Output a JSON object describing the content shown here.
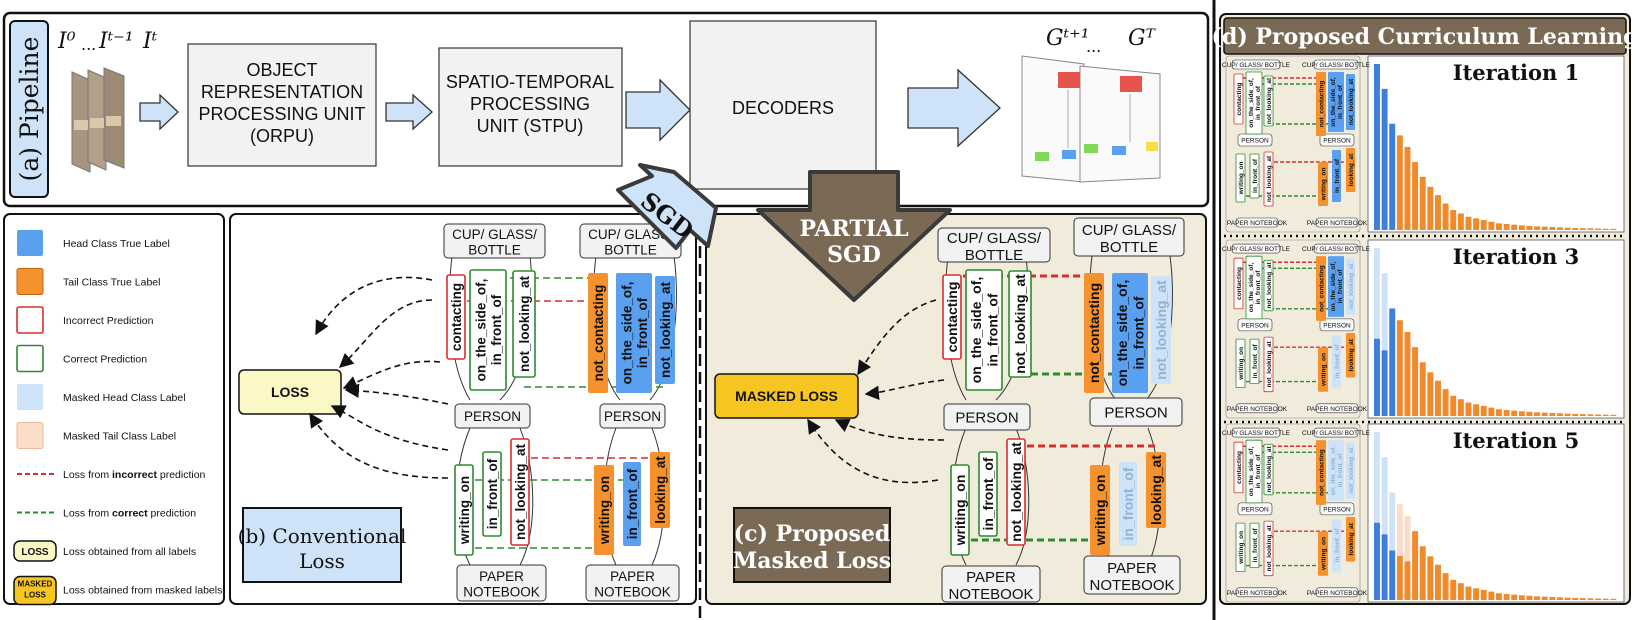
{
  "pipeline": {
    "title": "(a) Pipeline",
    "input_labels": [
      "I⁰",
      "...",
      "Iᵗ⁻¹",
      "Iᵗ"
    ],
    "output_labels": [
      "Gᵗ⁺¹",
      "...",
      "Gᵀ"
    ],
    "stages": [
      {
        "lines": [
          "OBJECT",
          "REPRESENTATION",
          "PROCESSING UNIT",
          "(ORPU)"
        ]
      },
      {
        "lines": [
          "SPATIO-TEMPORAL",
          "PROCESSING",
          "UNIT (STPU)"
        ]
      },
      {
        "lines": [
          "DECODERS"
        ]
      }
    ]
  },
  "legend": [
    {
      "label": "Head Class True Label",
      "swatch": "head"
    },
    {
      "label": "Tail Class True Label",
      "swatch": "tail"
    },
    {
      "label": "Incorrect Prediction",
      "swatch": "incorrect"
    },
    {
      "label": "Correct Prediction",
      "swatch": "correct"
    },
    {
      "label": "Masked Head Class Label",
      "swatch": "masked-head"
    },
    {
      "label": "Masked Tail Class Label",
      "swatch": "masked-tail"
    },
    {
      "label_pre": "Loss from ",
      "label_bold": "incorrect",
      "label_post": " prediction",
      "swatch": "red-dash"
    },
    {
      "label_pre": "Loss from ",
      "label_bold": "correct",
      "label_post": " prediction",
      "swatch": "green-dash"
    },
    {
      "label": "Loss obtained from all labels",
      "swatch": "loss",
      "badge": "LOSS"
    },
    {
      "label": "Loss obtained from masked labels",
      "swatch": "masked-loss",
      "badge_lines": [
        "MASKED",
        "LOSS"
      ]
    }
  ],
  "panel_b": {
    "title_lines": [
      "(b) Conventional",
      "Loss"
    ],
    "loss_label": "LOSS",
    "sgd_label": "SGD"
  },
  "panel_c": {
    "title_lines": [
      "(c) Proposed",
      "Masked Loss"
    ],
    "loss_label": "MASKED LOSS",
    "sgd_lines": [
      "PARTIAL",
      "SGD"
    ]
  },
  "scene": {
    "cup_lines": [
      "CUP/ GLASS/",
      "BOTTLE"
    ],
    "person": "PERSON",
    "paper_lines": [
      "PAPER",
      "NOTEBOOK"
    ],
    "pred_top": [
      "contacting",
      "on_the_side_of,",
      "in_front_of",
      "not_looking_at"
    ],
    "true_top": [
      "not_contacting",
      "on_the_side_of,",
      "in_front_of",
      "not_looking_at"
    ],
    "pred_bottom": [
      "writing_on",
      "in_front_of",
      "not_looking_at"
    ],
    "true_bottom": [
      "writing_on",
      "in_front_of",
      "looking_at"
    ],
    "iter_pred_top": [
      "contacting",
      "on_the_side_of,",
      "in_front_of",
      "not_looking_at"
    ],
    "iter_true_top": [
      "not_contacting",
      "on_the_side_of,",
      "in_front_of",
      "not_looking_at"
    ],
    "iter_pred_bottom": [
      "writing_on",
      "in_front_of",
      "not_looking_at"
    ],
    "iter_true_bottom": [
      "writing_on",
      "in_front_of",
      "looking_at"
    ]
  },
  "panel_d": {
    "title": "(d) Proposed Curriculum Learning",
    "iterations": [
      {
        "label": "Iteration 1",
        "masked_head_count": 0,
        "masked_tail_count": 0
      },
      {
        "label": "Iteration 3",
        "masked_head_count": 2,
        "masked_tail_count": 0
      },
      {
        "label": "Iteration 5",
        "masked_head_count": 3,
        "masked_tail_count": 2
      }
    ],
    "bar_values": [
      100,
      85,
      64,
      57,
      50,
      41,
      32,
      26,
      21,
      16,
      12,
      10,
      8,
      7,
      6,
      5,
      4,
      3.6,
      3.2,
      2.8,
      2.5,
      2.2,
      2,
      1.8,
      1.6,
      1.4,
      1.2,
      1.1,
      1,
      0.9,
      0.8,
      0.7
    ],
    "head_count": 3
  },
  "colors": {
    "head": "#3d7fd9",
    "head_light": "#5aa0f0",
    "tail": "#f08a2a",
    "incorrect": "#d62f2f",
    "correct": "#2e8b2e",
    "masked_head": "#cfe3f8",
    "masked_tail": "#fbdcc8",
    "loss_fill": "#fbf8c6",
    "masked_loss_fill": "#f7c520",
    "beige": "#f0ebdb",
    "brown": "#7a6a55",
    "pipeline_label": "#cfe3f8",
    "sgd_fill": "#cfe3f8"
  }
}
